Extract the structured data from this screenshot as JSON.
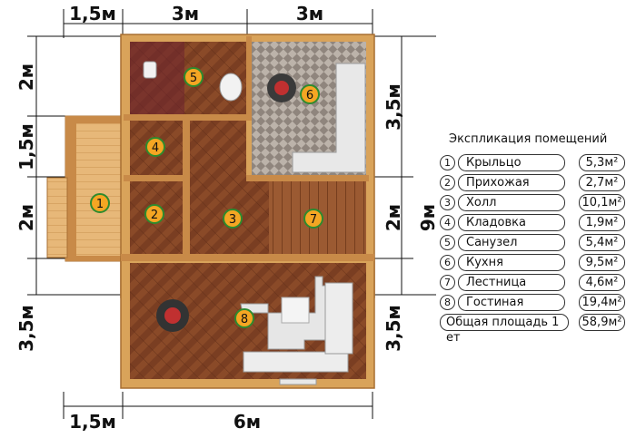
{
  "dimensions": {
    "top": [
      "1,5м",
      "3м",
      "3м"
    ],
    "left": [
      "2м",
      "1,5м",
      "2м",
      "3,5м"
    ],
    "right": [
      "3,5м",
      "2м",
      "3,5м"
    ],
    "right_total": "9м",
    "bottom": [
      "1,5м",
      "6м"
    ]
  },
  "rooms": [
    {
      "num": "1",
      "name": "Крыльцо",
      "area": "5,3м²"
    },
    {
      "num": "2",
      "name": "Прихожая",
      "area": "2,7м²"
    },
    {
      "num": "3",
      "name": "Холл",
      "area": "10,1м²"
    },
    {
      "num": "4",
      "name": "Кладовка",
      "area": "1,9м²"
    },
    {
      "num": "5",
      "name": "Санузел",
      "area": "5,4м²"
    },
    {
      "num": "6",
      "name": "Кухня",
      "area": "9,5м²"
    },
    {
      "num": "7",
      "name": "Лестница",
      "area": "4,6м²"
    },
    {
      "num": "8",
      "name": "Гостиная",
      "area": "19,4м²"
    }
  ],
  "legend": {
    "title": "Экспликация помещений",
    "total_label": "Общая площадь 1 ет",
    "total_area": "58,9м²"
  },
  "colors": {
    "wood_wall": "#d9a35a",
    "wood_floor": "#7a3e22",
    "tile": "#b8b0a8",
    "marker": "#f5a623",
    "marker_ring": "#2e8b2e"
  }
}
